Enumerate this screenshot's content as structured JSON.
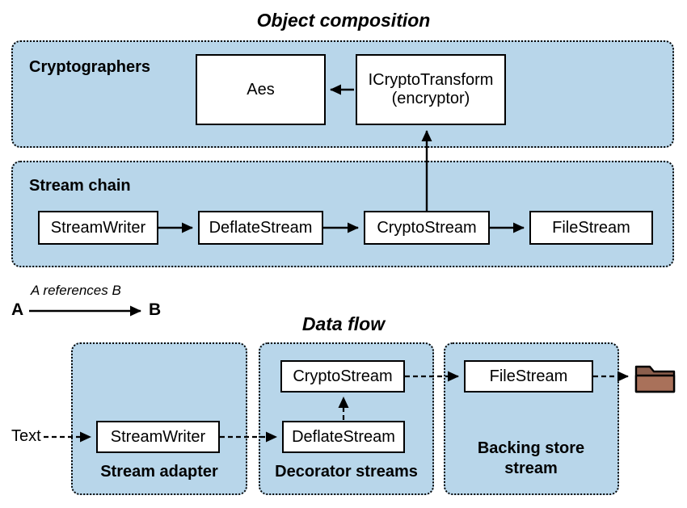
{
  "titles": {
    "composition": "Object composition",
    "data_flow": "Data flow"
  },
  "composition": {
    "cryptographers_panel": {
      "label": "Cryptographers",
      "aes": "Aes",
      "icryptotransform": "ICryptoTransform",
      "icryptotransform_sub": "(encryptor)"
    },
    "stream_chain_panel": {
      "label": "Stream chain",
      "boxes": [
        "StreamWriter",
        "DeflateStream",
        "CryptoStream",
        "FileStream"
      ]
    }
  },
  "legend": {
    "caption": "A references B",
    "left": "A",
    "right": "B"
  },
  "data_flow": {
    "input_label": "Text",
    "stream_adapter_panel": {
      "label": "Stream adapter",
      "box": "StreamWriter"
    },
    "decorator_panel": {
      "label": "Decorator streams",
      "top_box": "CryptoStream",
      "bottom_box": "DeflateStream"
    },
    "backing_store_panel": {
      "label": "Backing store stream",
      "box": "FileStream"
    },
    "folder_icon": "folder-icon"
  },
  "colors": {
    "panel_fill": "#b8d6ea",
    "box_fill": "#ffffff",
    "line": "#000000",
    "folder_back": "#8b5f4d",
    "folder_front": "#a9715a"
  }
}
